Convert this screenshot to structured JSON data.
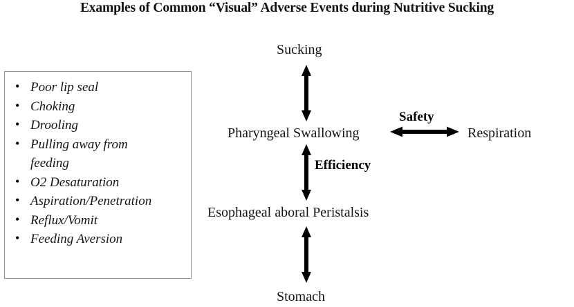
{
  "figure": {
    "title": "Examples of Common “Visual” Adverse Events during Nutritive Sucking"
  },
  "adverse_events": {
    "items": [
      "Poor lip seal",
      "Choking",
      "Drooling",
      "Pulling away from\nfeeding",
      "O2 Desaturation",
      "Aspiration/Penetration",
      "Reflux/Vomit",
      "Feeding Aversion"
    ]
  },
  "diagram": {
    "nodes": {
      "sucking": "Sucking",
      "pharyngeal_swallowing": "Pharyngeal Swallowing",
      "respiration": "Respiration",
      "esophageal_peristalsis": "Esophageal aboral Peristalsis",
      "stomach": "Stomach"
    },
    "edge_labels": {
      "safety": "Safety",
      "efficiency": "Efficiency"
    },
    "arrows": {
      "sucking_pharyngeal": "double-headed-vertical-arrow",
      "pharyngeal_respiration": "double-headed-horizontal-arrow",
      "pharyngeal_esophageal": "double-headed-vertical-arrow",
      "esophageal_stomach": "double-headed-vertical-arrow"
    }
  },
  "colors": {
    "text": "#131313",
    "box_border": "#8d8d8d",
    "arrow": "#000000",
    "background": "#ffffff"
  }
}
